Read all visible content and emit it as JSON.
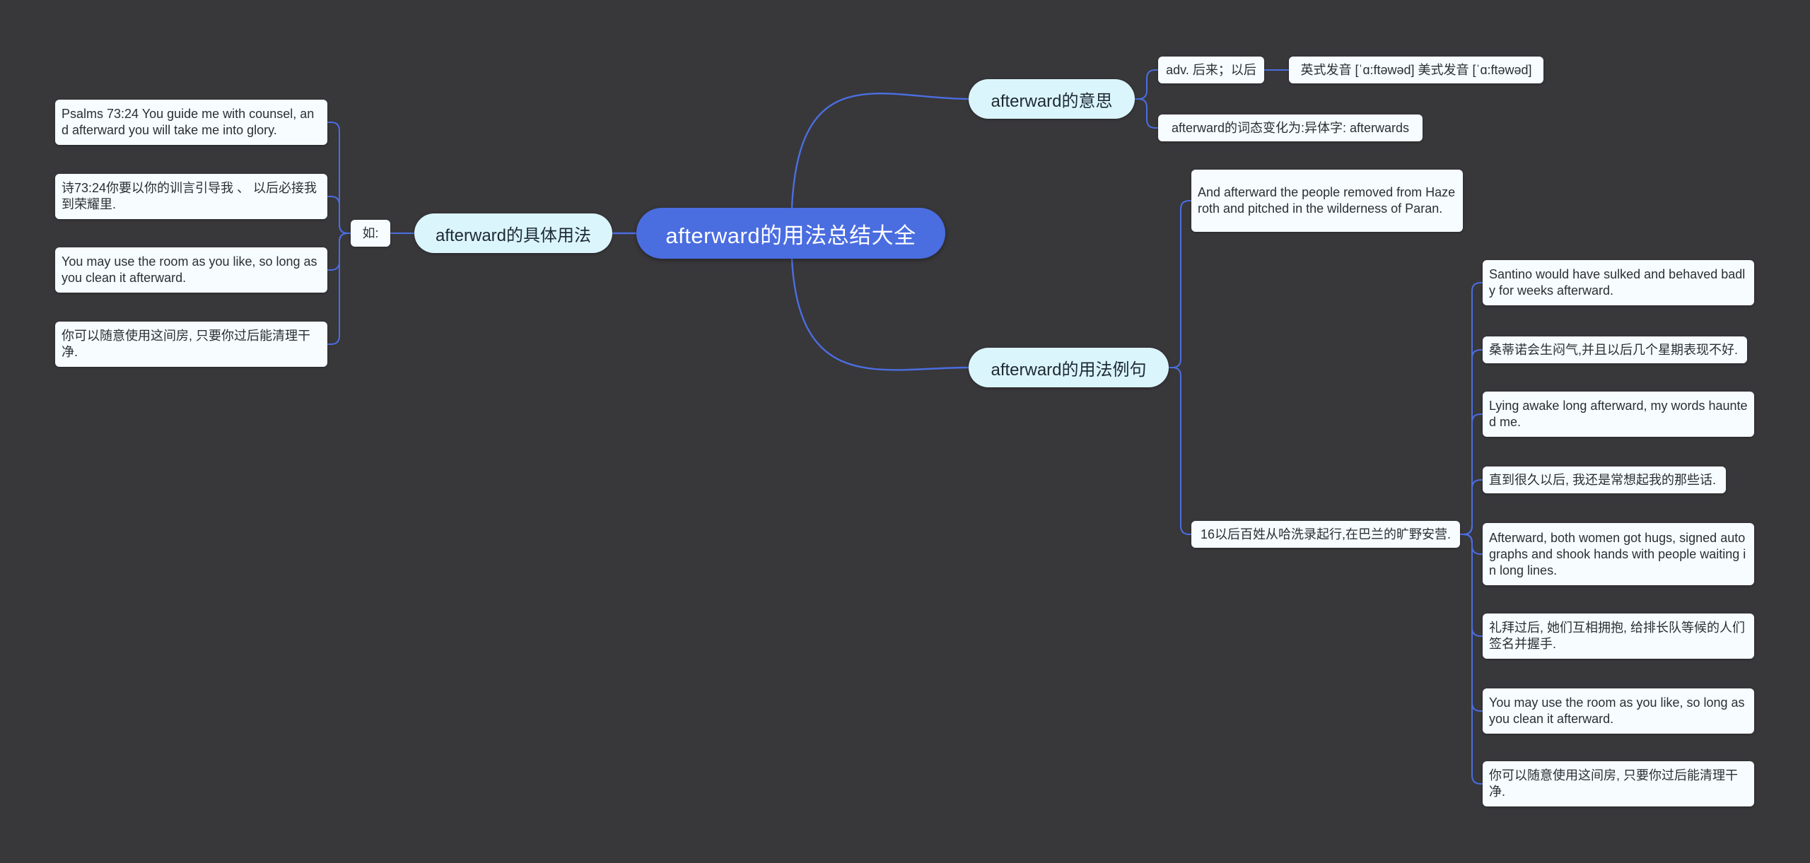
{
  "colors": {
    "background": "#38373a",
    "root_fill": "#4a6de0",
    "main_fill": "#dbf5fd",
    "leaf_fill": "#f6fcff",
    "connector": "#4b6ee0"
  },
  "root": {
    "label": "afterward的用法总结大全"
  },
  "meaning": {
    "label": "afterward的意思",
    "definition": "adv. 后来；以后",
    "pronunciation": "英式发音 [ˈɑ:ftəwəd] 美式发音 [ˈɑ:ftəwəd]",
    "word_forms": "afterward的词态变化为:异体字: afterwards"
  },
  "usage": {
    "label": "afterward的具体用法",
    "connector_label": "如:",
    "items": [
      "Psalms 73:24 You guide me with counsel, and afterward you will take me into glory.",
      "诗73:24你要以你的训言引导我 、 以后必接我到荣耀里.",
      "You may use the room as you like, so long as you clean it afterward.",
      "你可以随意使用这间房, 只要你过后能清理干净."
    ]
  },
  "examples": {
    "label": "afterward的用法例句",
    "first": "And afterward the people removed from Hazeroth and pitched in the wilderness of Paran.",
    "second": "16以后百姓从哈洗录起行,在巴兰的旷野安营.",
    "items": [
      "Santino would have sulked and behaved badly for weeks afterward.",
      "桑蒂诺会生闷气,并且以后几个星期表现不好.",
      "Lying awake long afterward, my words haunted me.",
      "直到很久以后, 我还是常想起我的那些话.",
      "Afterward, both women got hugs, signed autographs and shook hands with people waiting in long lines.",
      "礼拜过后, 她们互相拥抱, 给排长队等候的人们签名并握手.",
      "You may use the room as you like, so long as you clean it afterward.",
      "你可以随意使用这间房, 只要你过后能清理干净."
    ]
  }
}
